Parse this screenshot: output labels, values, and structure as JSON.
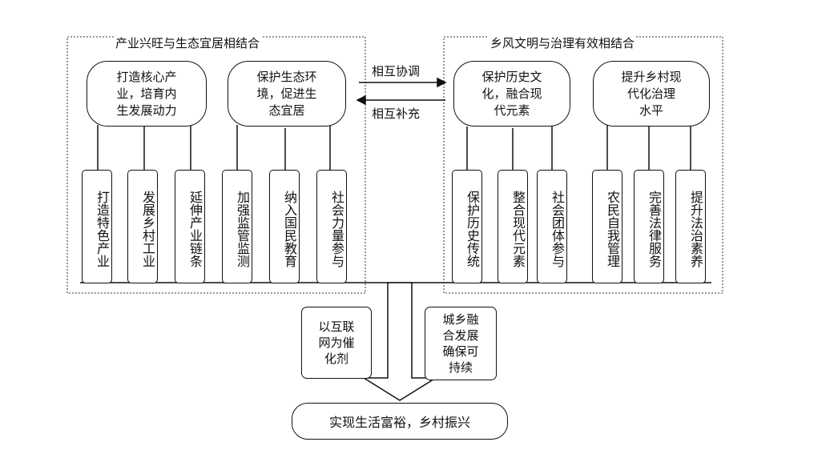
{
  "left_group": {
    "title": "产业兴旺与生态宜居相结合",
    "ovals": [
      {
        "text": "打造核心产\n业，培育内\n生发展动力"
      },
      {
        "text": "保护生态环\n境，促进生\n态宜居"
      }
    ],
    "leaves": [
      {
        "text": "打造特色产业"
      },
      {
        "text": "发展乡村工业"
      },
      {
        "text": "延伸产业链条"
      },
      {
        "text": "加强监管监测"
      },
      {
        "text": "纳入国民教育"
      },
      {
        "text": "社会力量参与"
      }
    ]
  },
  "right_group": {
    "title": "乡风文明与治理有效相结合",
    "ovals": [
      {
        "text": "保护历史文\n化，融合现\n代元素"
      },
      {
        "text": "提升乡村现\n代化治理\n水平"
      }
    ],
    "leaves": [
      {
        "text": "保护历史传统"
      },
      {
        "text": "整合现代元素"
      },
      {
        "text": "社会团体参与"
      },
      {
        "text": "农民自我管理"
      },
      {
        "text": "完善法律服务"
      },
      {
        "text": "提升法治素养"
      }
    ]
  },
  "connectors": {
    "top_label": "相互协调",
    "bottom_label": "相互补充"
  },
  "notes": {
    "left": "以互联\n网为催\n化剂",
    "right": "城乡融\n合发展\n确保可\n持续"
  },
  "final": {
    "text": "实现生活富裕，乡村振兴"
  }
}
